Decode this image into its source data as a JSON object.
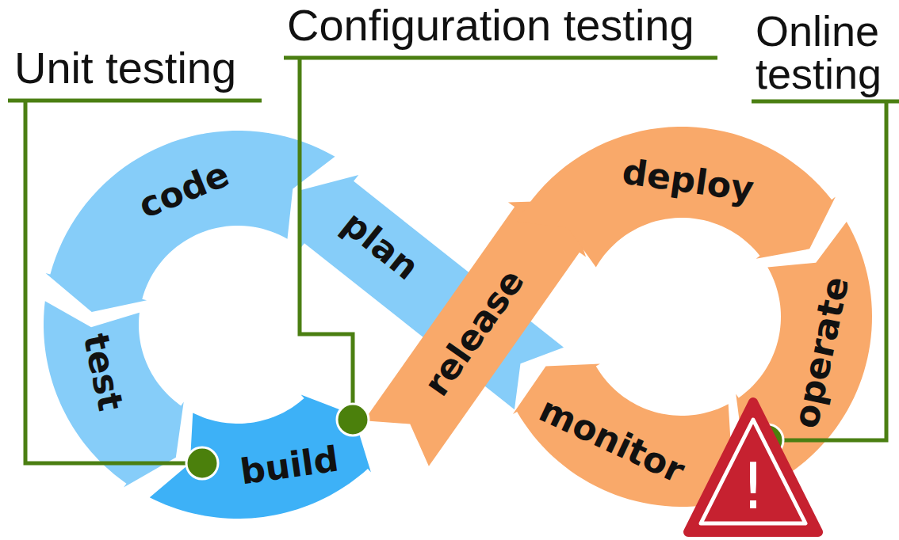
{
  "diagram": {
    "nodes": [
      {
        "text": [
          "code"
        ]
      },
      {
        "text": [
          "plan"
        ]
      },
      {
        "text": [
          "test"
        ]
      },
      {
        "text": [
          "build"
        ]
      },
      {
        "text": [
          "release"
        ]
      },
      {
        "text": [
          "deploy"
        ]
      },
      {
        "text": [
          "operate"
        ]
      },
      {
        "text": [
          "monitor"
        ]
      }
    ],
    "labels": [
      "Unit testing",
      "Configuration testing",
      "Online testing",
      "!"
    ]
  }
}
